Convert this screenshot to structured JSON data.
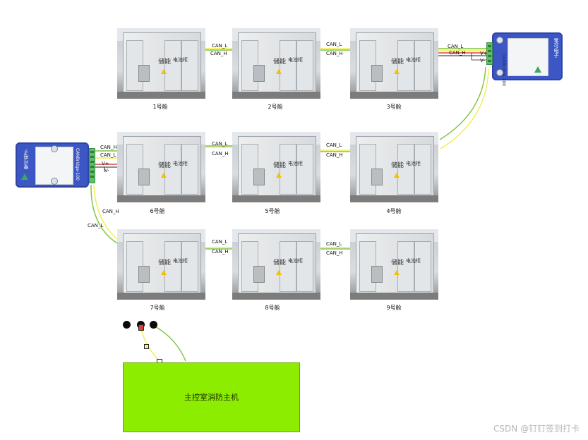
{
  "containers": [
    {
      "caption": "1号舱",
      "sign1": "储能",
      "sign2": "电池柜"
    },
    {
      "caption": "2号舱",
      "sign1": "储能",
      "sign2": "电池柜"
    },
    {
      "caption": "3号舱",
      "sign1": "储能",
      "sign2": "电池柜"
    },
    {
      "caption": "4号舱",
      "sign1": "储能",
      "sign2": "电池柜"
    },
    {
      "caption": "5号舱",
      "sign1": "储能",
      "sign2": "电池柜"
    },
    {
      "caption": "6号舱",
      "sign1": "储能",
      "sign2": "电池柜"
    },
    {
      "caption": "7号舱",
      "sign1": "储能",
      "sign2": "电池柜"
    },
    {
      "caption": "8号舱",
      "sign1": "储能",
      "sign2": "电池柜"
    },
    {
      "caption": "9号舱",
      "sign1": "储能",
      "sign2": "电池柜"
    }
  ],
  "wire_labels": {
    "can_l": "CAN_L",
    "can_h": "CAN_H",
    "v_plus": "V+",
    "v_minus": "V-"
  },
  "modules": {
    "model": "CANBridge-100",
    "brand": "零可电子"
  },
  "host": {
    "label": "主控室消防主机"
  },
  "watermark": "CSDN @钉钉签到打卡",
  "colors": {
    "can_l_wire": "#7fc241",
    "can_h_wire": "#f1ee4a",
    "v_plus_wire": "#d42020",
    "v_minus_wire": "#222222",
    "module_body": "#3c56c4",
    "host_fill": "#8ced00"
  }
}
